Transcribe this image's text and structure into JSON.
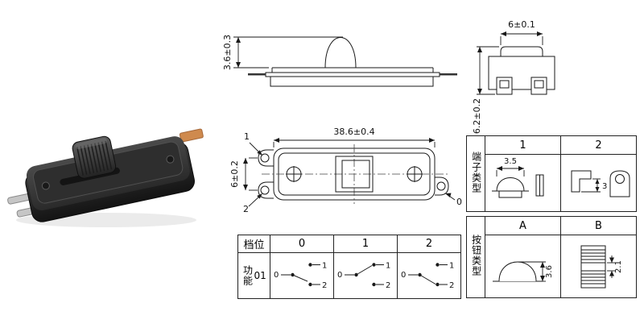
{
  "drawings": {
    "side_view": {
      "dim_button_height": "3.6±0.3"
    },
    "end_view": {
      "dim_width": "6±0.1",
      "dim_height": "6.2±0.2"
    },
    "top_view": {
      "dim_length": "38.6±0.4",
      "dim_pin_spacing": "6±0.2",
      "pin1": "1",
      "pin2": "2",
      "pin0": "0"
    }
  },
  "function_table": {
    "gear_header": "档位",
    "function_header": "功能",
    "function_code": "01",
    "positions": [
      "0",
      "1",
      "2"
    ],
    "circuit": {
      "common": "0",
      "throw1": "1",
      "throw2": "2"
    }
  },
  "terminal_table": {
    "title": "端子类型",
    "types": [
      "1",
      "2"
    ],
    "dim_type1": "3.5",
    "dim_type2": "3"
  },
  "button_table": {
    "title": "按钮类型",
    "types": [
      "A",
      "B"
    ],
    "dim_a": "3.6",
    "dim_b": "2.1"
  },
  "colors": {
    "line": "#1a1a1a",
    "switch_body": "#2b2b2b",
    "terminal_copper": "#cf8a4e",
    "pin_silver": "#c6c6c6"
  }
}
